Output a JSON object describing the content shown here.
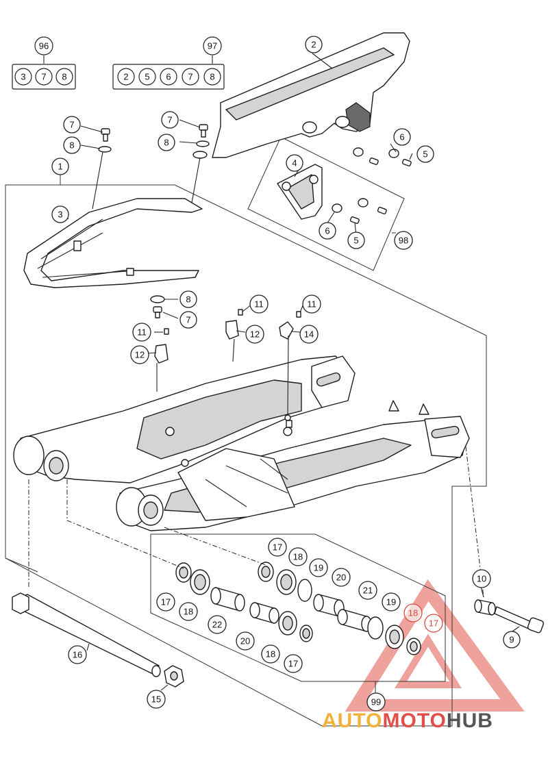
{
  "diagram": {
    "kits": [
      {
        "id": "96",
        "items": [
          "3",
          "7",
          "8"
        ]
      },
      {
        "id": "97",
        "items": [
          "2",
          "5",
          "6",
          "7",
          "8"
        ]
      }
    ],
    "callouts": [
      {
        "key": "c2",
        "label": "2"
      },
      {
        "key": "c7a",
        "label": "7"
      },
      {
        "key": "c8a",
        "label": "8"
      },
      {
        "key": "c7b",
        "label": "7"
      },
      {
        "key": "c8b",
        "label": "8"
      },
      {
        "key": "c1",
        "label": "1"
      },
      {
        "key": "c3",
        "label": "3"
      },
      {
        "key": "c6a",
        "label": "6"
      },
      {
        "key": "c5a",
        "label": "5"
      },
      {
        "key": "c4",
        "label": "4"
      },
      {
        "key": "c6b",
        "label": "6"
      },
      {
        "key": "c5b",
        "label": "5"
      },
      {
        "key": "c98",
        "label": "98"
      },
      {
        "key": "c8c",
        "label": "8"
      },
      {
        "key": "c7c",
        "label": "7"
      },
      {
        "key": "c11a",
        "label": "11"
      },
      {
        "key": "c11b",
        "label": "11"
      },
      {
        "key": "c12a",
        "label": "12"
      },
      {
        "key": "c14",
        "label": "14"
      },
      {
        "key": "c11c",
        "label": "11"
      },
      {
        "key": "c12b",
        "label": "12"
      },
      {
        "key": "c17a",
        "label": "17"
      },
      {
        "key": "c18a",
        "label": "18"
      },
      {
        "key": "c19a",
        "label": "19"
      },
      {
        "key": "c20a",
        "label": "20"
      },
      {
        "key": "c21",
        "label": "21"
      },
      {
        "key": "c10",
        "label": "10"
      },
      {
        "key": "c17b",
        "label": "17"
      },
      {
        "key": "c18b",
        "label": "18"
      },
      {
        "key": "c19b",
        "label": "19"
      },
      {
        "key": "c18c",
        "label": "18"
      },
      {
        "key": "c17c",
        "label": "17"
      },
      {
        "key": "c22",
        "label": "22"
      },
      {
        "key": "c20b",
        "label": "20"
      },
      {
        "key": "c18d",
        "label": "18"
      },
      {
        "key": "c17d",
        "label": "17"
      },
      {
        "key": "c9",
        "label": "9"
      },
      {
        "key": "c16",
        "label": "16"
      },
      {
        "key": "c15",
        "label": "15"
      },
      {
        "key": "c99",
        "label": "99"
      }
    ]
  },
  "watermark": {
    "part1": "AUTO",
    "part2": "MOTO",
    "part3": "HUB",
    "color1": "#f2b23a",
    "color2": "#e0504a",
    "color3": "#555555"
  }
}
